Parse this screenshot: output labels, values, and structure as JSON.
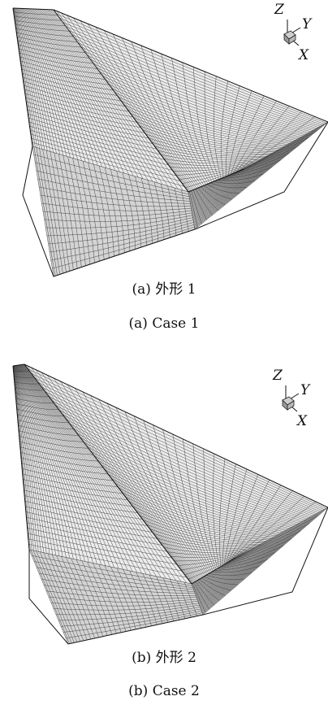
{
  "figure_a": {
    "caption_zh": "(a) 外形 1",
    "caption_en": "(a) Case 1",
    "axes": {
      "z": "Z",
      "y": "Y",
      "x": "X"
    }
  },
  "figure_b": {
    "caption_zh": "(b) 外形 2",
    "caption_en": "(b) Case 2",
    "axes": {
      "z": "Z",
      "y": "Y",
      "x": "X"
    }
  },
  "colors": {
    "mesh_line": "#3a3a3a",
    "surface_light": "#ececec",
    "surface_mid": "#d4d4d4",
    "edge": "#111111"
  }
}
